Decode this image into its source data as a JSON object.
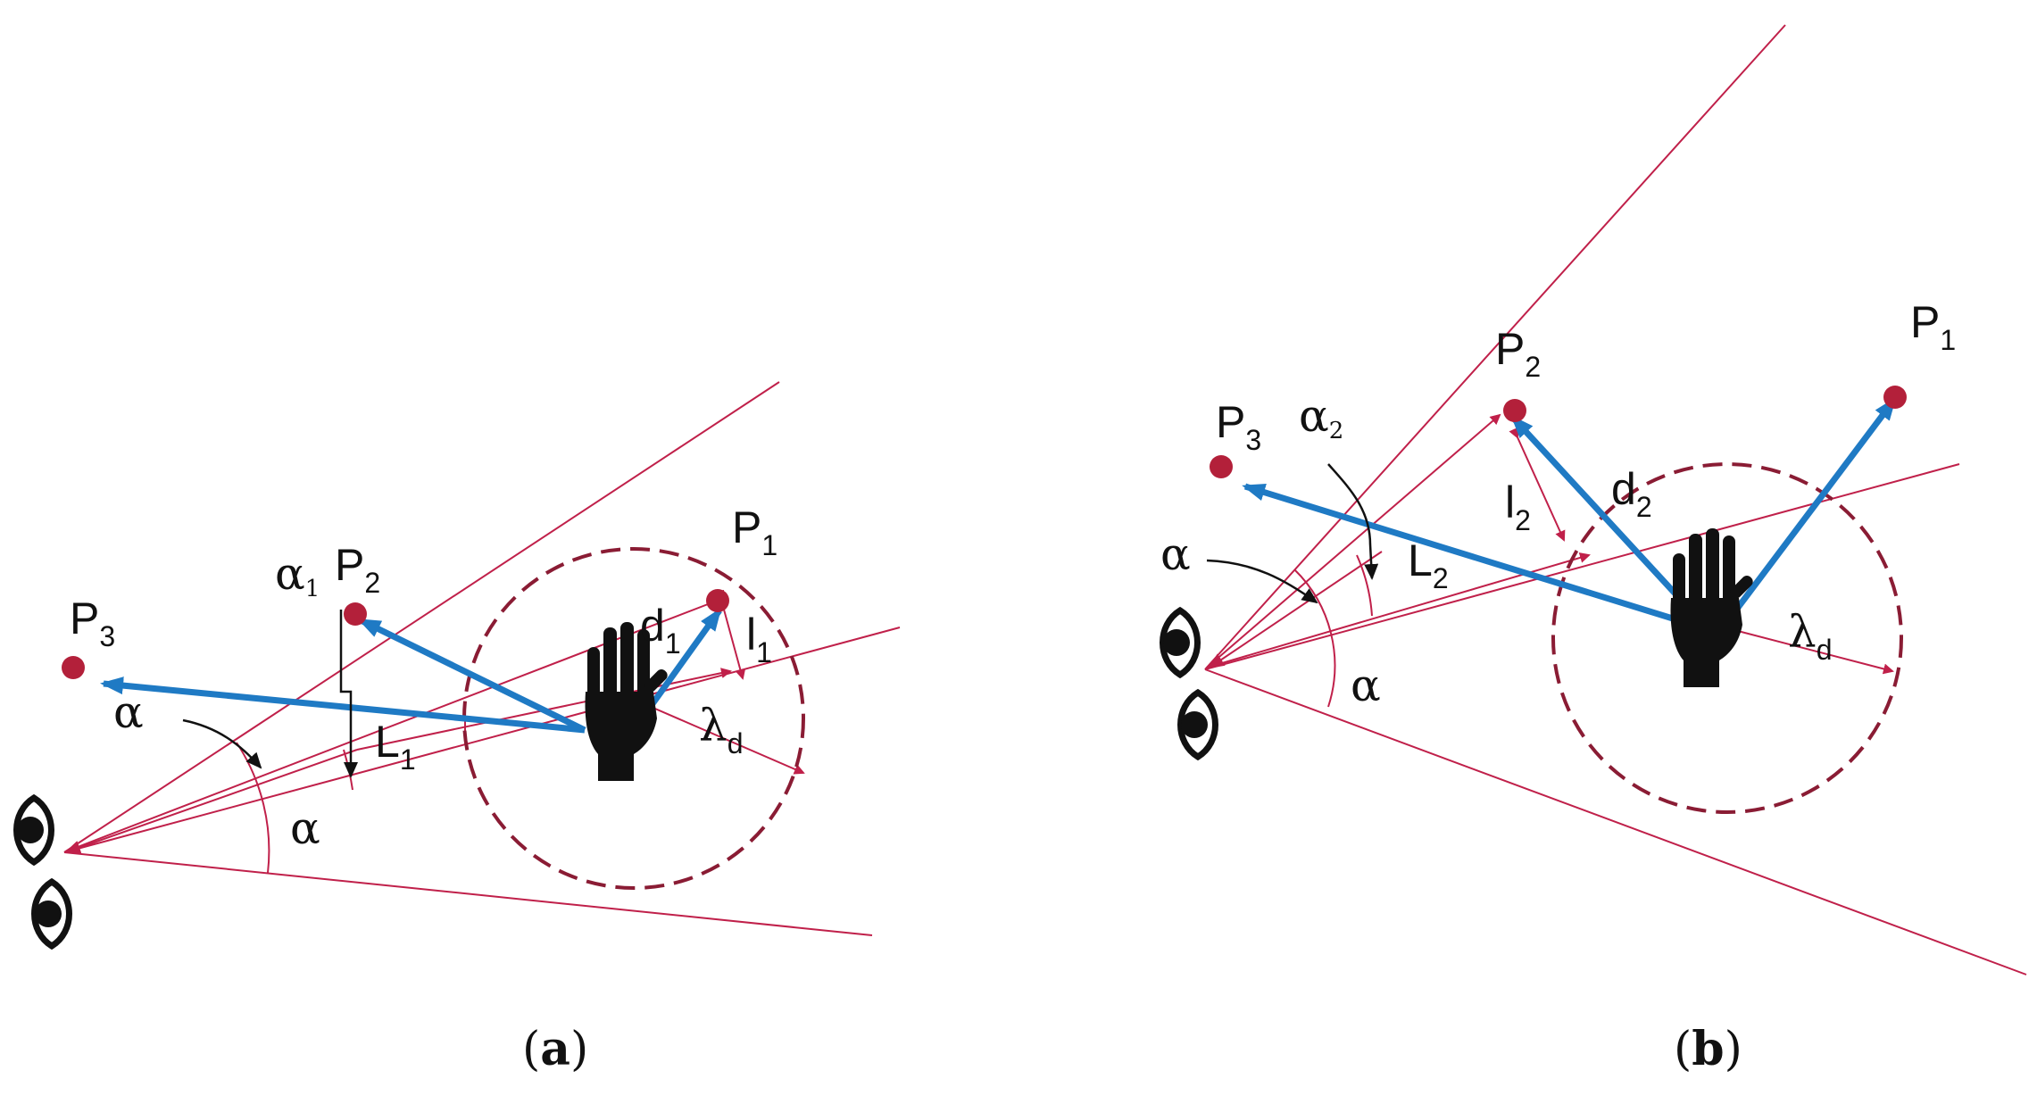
{
  "colors": {
    "ray": "#c0204a",
    "blue": "#1f7ac4",
    "point": "#b3203a",
    "dashed": "#8a1c34",
    "black": "#111111"
  },
  "icons": [
    "eye-icon",
    "hand-icon"
  ],
  "panel_a": {
    "caption_open": "(",
    "caption_letter": "a",
    "caption_close": ")",
    "p1": {
      "base": "P",
      "sub": "1"
    },
    "p2": {
      "base": "P",
      "sub": "2"
    },
    "p3": {
      "base": "P",
      "sub": "3"
    },
    "d1": {
      "base": "d",
      "sub": "1"
    },
    "l1": {
      "base": "l",
      "sub": "1"
    },
    "L1": {
      "base": "L",
      "sub": "1"
    },
    "alpha1": {
      "base": "α",
      "sub": "1"
    },
    "alpha_top": "α",
    "alpha_bottom": "α",
    "lambda": {
      "base": "λ",
      "sub": "d"
    }
  },
  "panel_b": {
    "caption_open": "(",
    "caption_letter": "b",
    "caption_close": ")",
    "p1": {
      "base": "P",
      "sub": "1"
    },
    "p2": {
      "base": "P",
      "sub": "2"
    },
    "p3": {
      "base": "P",
      "sub": "3"
    },
    "d2": {
      "base": "d",
      "sub": "2"
    },
    "l2": {
      "base": "l",
      "sub": "2"
    },
    "L2": {
      "base": "L",
      "sub": "2"
    },
    "alpha2": {
      "base": "α",
      "sub": "2"
    },
    "alpha_top": "α",
    "alpha_bottom": "α",
    "lambda": {
      "base": "λ",
      "sub": "d"
    }
  }
}
